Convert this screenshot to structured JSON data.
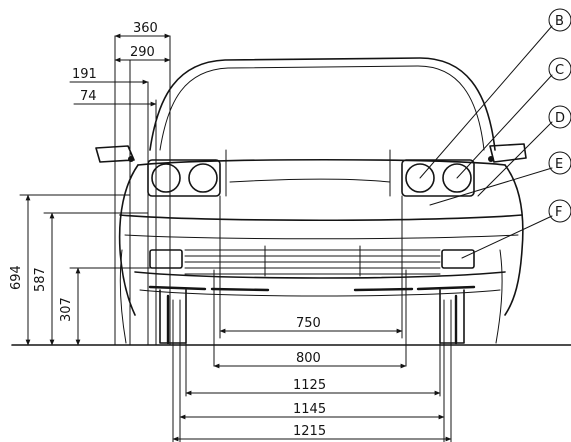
{
  "dimensions": {
    "top": [
      "360",
      "290",
      "191",
      "74"
    ],
    "left": [
      "694",
      "587",
      "307"
    ],
    "bottom": [
      "750",
      "800",
      "1125",
      "1145",
      "1215"
    ]
  },
  "callouts": [
    "B",
    "C",
    "D",
    "E",
    "F"
  ],
  "colors": {
    "ink": "#141414",
    "paper": "#ffffff"
  }
}
